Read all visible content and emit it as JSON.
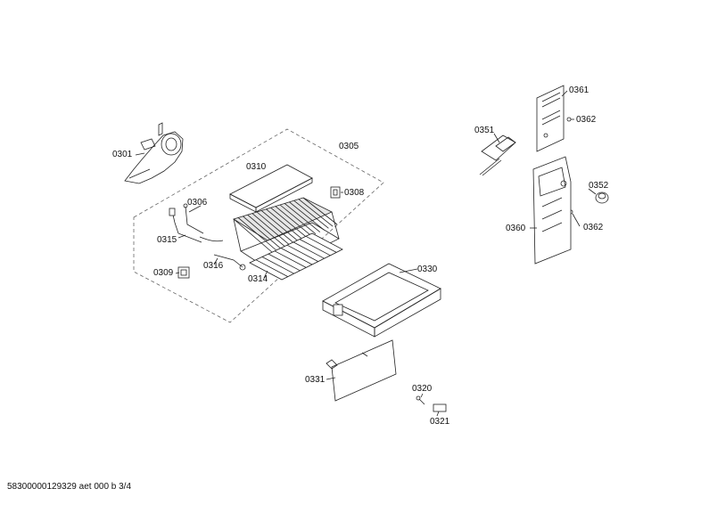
{
  "labels": {
    "p0301": "0301",
    "p0305": "0305",
    "p0306": "0306",
    "p0308": "0308",
    "p0309": "0309",
    "p0310": "0310",
    "p0314": "0314",
    "p0315": "0315",
    "p0316": "0316",
    "p0320": "0320",
    "p0321": "0321",
    "p0330": "0330",
    "p0331": "0331",
    "p0351": "0351",
    "p0352": "0352",
    "p0360": "0360",
    "p0361": "0361",
    "p0362a": "0362",
    "p0362b": "0362"
  },
  "footer": "58300000129329 aet 000 b 3/4"
}
